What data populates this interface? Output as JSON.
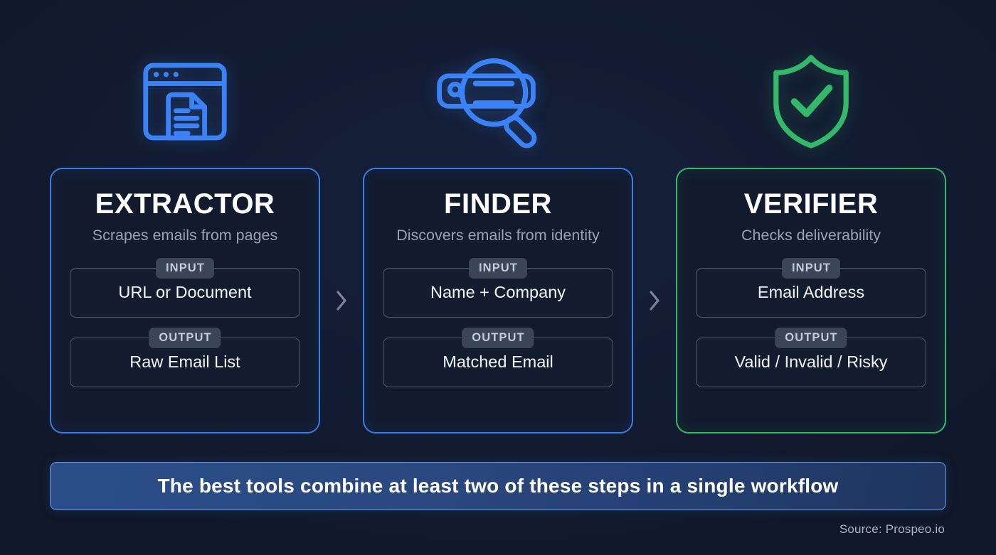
{
  "background_color": "#121b31",
  "accent_blue": "#3b7de0",
  "accent_green": "#34b96a",
  "icons": [
    {
      "name": "document-in-browser-icon",
      "color": "#3b82f6"
    },
    {
      "name": "search-bar-magnifier-icon",
      "color": "#3b82f6"
    },
    {
      "name": "shield-check-icon",
      "color": "#34b96a"
    }
  ],
  "cards": [
    {
      "title": "EXTRACTOR",
      "subtitle": "Scrapes emails from pages",
      "accent": "#3b7de0",
      "input_label": "INPUT",
      "input_value": "URL or Document",
      "output_label": "OUTPUT",
      "output_value": "Raw Email List"
    },
    {
      "title": "FINDER",
      "subtitle": "Discovers emails from identity",
      "accent": "#3b7de0",
      "input_label": "INPUT",
      "input_value": "Name + Company",
      "output_label": "OUTPUT",
      "output_value": "Matched Email"
    },
    {
      "title": "VERIFIER",
      "subtitle": "Checks deliverability",
      "accent": "#34b96a",
      "input_label": "INPUT",
      "input_value": "Email Address",
      "output_label": "OUTPUT",
      "output_value": "Valid / Invalid / Risky"
    }
  ],
  "connectors": [
    {
      "name": "chevron-right-icon"
    },
    {
      "name": "chevron-right-icon"
    }
  ],
  "banner": {
    "text": "The best tools combine at least two of these steps in a single workflow"
  },
  "footer": {
    "source": "Source: Prospeo.io"
  }
}
